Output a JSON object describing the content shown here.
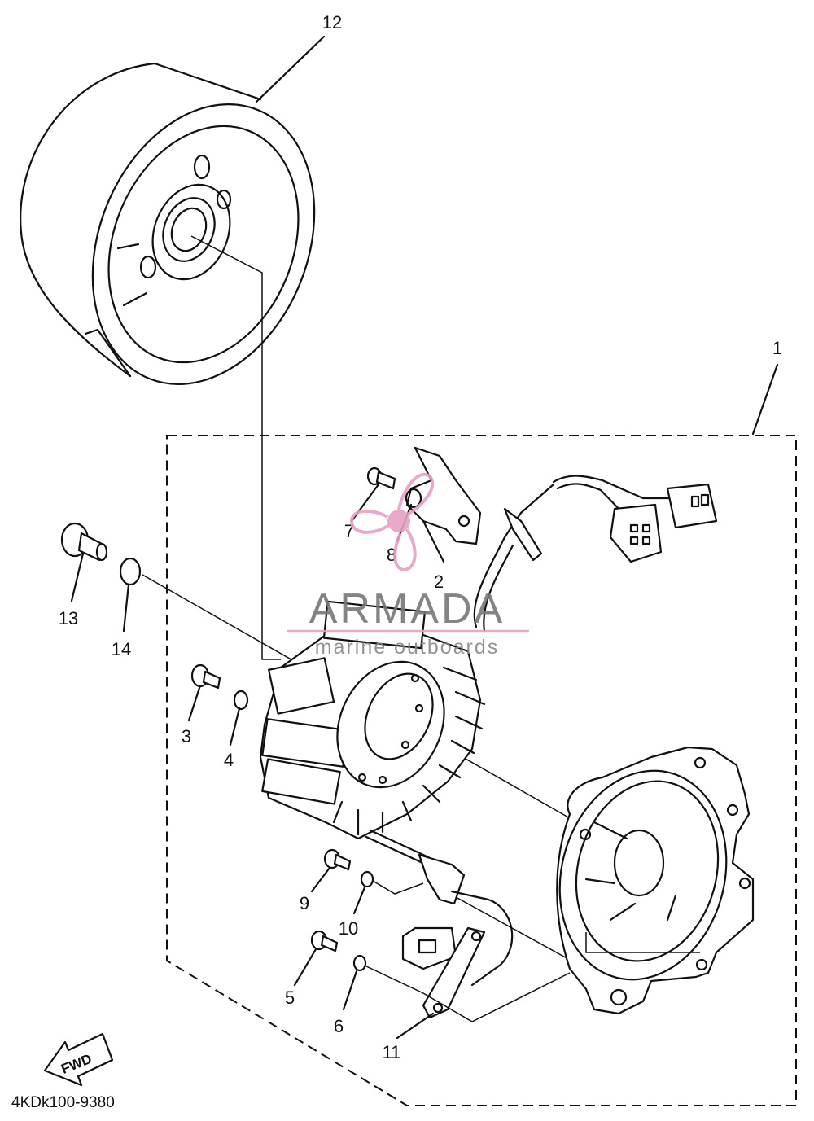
{
  "diagram": {
    "callouts": {
      "p1": "1",
      "p2": "2",
      "p3": "3",
      "p4": "4",
      "p5": "5",
      "p6": "6",
      "p7": "7",
      "p8": "8",
      "p9": "9",
      "p10": "10",
      "p11": "11",
      "p12": "12",
      "p13": "13",
      "p14": "14"
    },
    "diagram_code": "4KDk100-9380",
    "direction_label": "FWD"
  },
  "watermark": {
    "brand": "ARMADA",
    "tagline": "marine outboards",
    "colors": {
      "accent": "#e8a0c4",
      "text": "#777777"
    }
  }
}
